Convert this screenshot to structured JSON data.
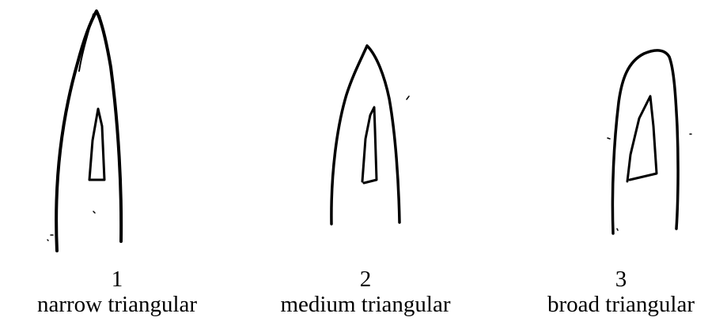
{
  "figures": [
    {
      "number": "1",
      "label": "narrow triangular"
    },
    {
      "number": "2",
      "label": "medium triangular"
    },
    {
      "number": "3",
      "label": "broad triangular"
    }
  ]
}
